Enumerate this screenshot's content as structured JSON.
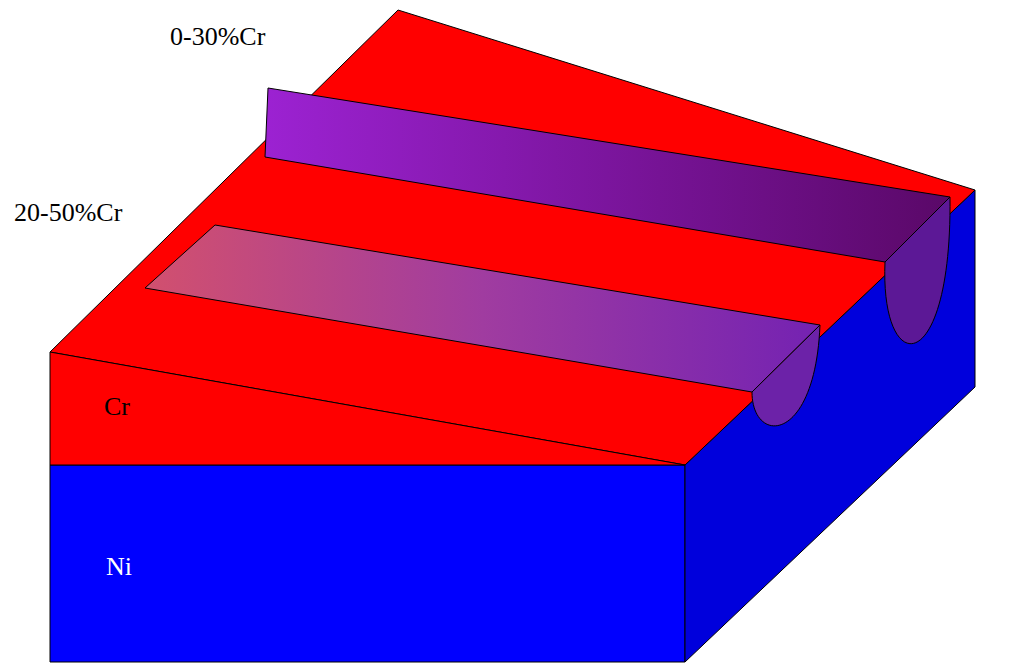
{
  "diagram": {
    "labels": [
      "0-30%Cr",
      "20-50%Cr",
      "Cr",
      "Ni"
    ]
  }
}
